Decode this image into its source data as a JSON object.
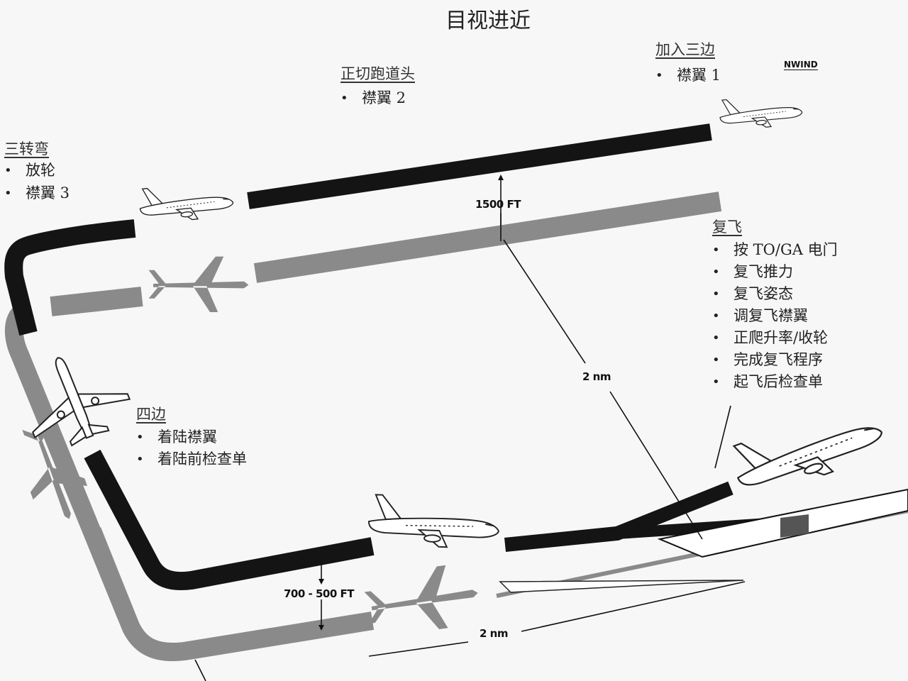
{
  "title": "目视进近",
  "wind_label": "NWIND",
  "labels": {
    "downwind_join": {
      "heading": "加入三边",
      "items": [
        "襟翼 1"
      ]
    },
    "abeam_threshold": {
      "heading": "正切跑道头",
      "items": [
        "襟翼 2"
      ]
    },
    "base_turn": {
      "heading": "三转弯",
      "items": [
        "放轮",
        "襟翼 3"
      ]
    },
    "final_turn": {
      "heading": "四边",
      "items": [
        "着陆襟翼",
        "着陆前检查单"
      ]
    },
    "go_around": {
      "heading": "复飞",
      "items": [
        "按 TO/GA 电门",
        "复飞推力",
        "复飞姿态",
        "调复飞襟翼",
        "正爬升率/收轮",
        "完成复飞程序",
        "起飞后检查单"
      ]
    }
  },
  "dimensions": {
    "pattern_altitude": "1500 FT",
    "final_altitude": "700 - 500 FT",
    "lateral_distance": "2 nm",
    "final_distance": "2 nm"
  },
  "colors": {
    "path": "#141414",
    "shadow": "#8a8a8a",
    "background": "#f7f7f7",
    "aircraft": "#ffffff"
  }
}
